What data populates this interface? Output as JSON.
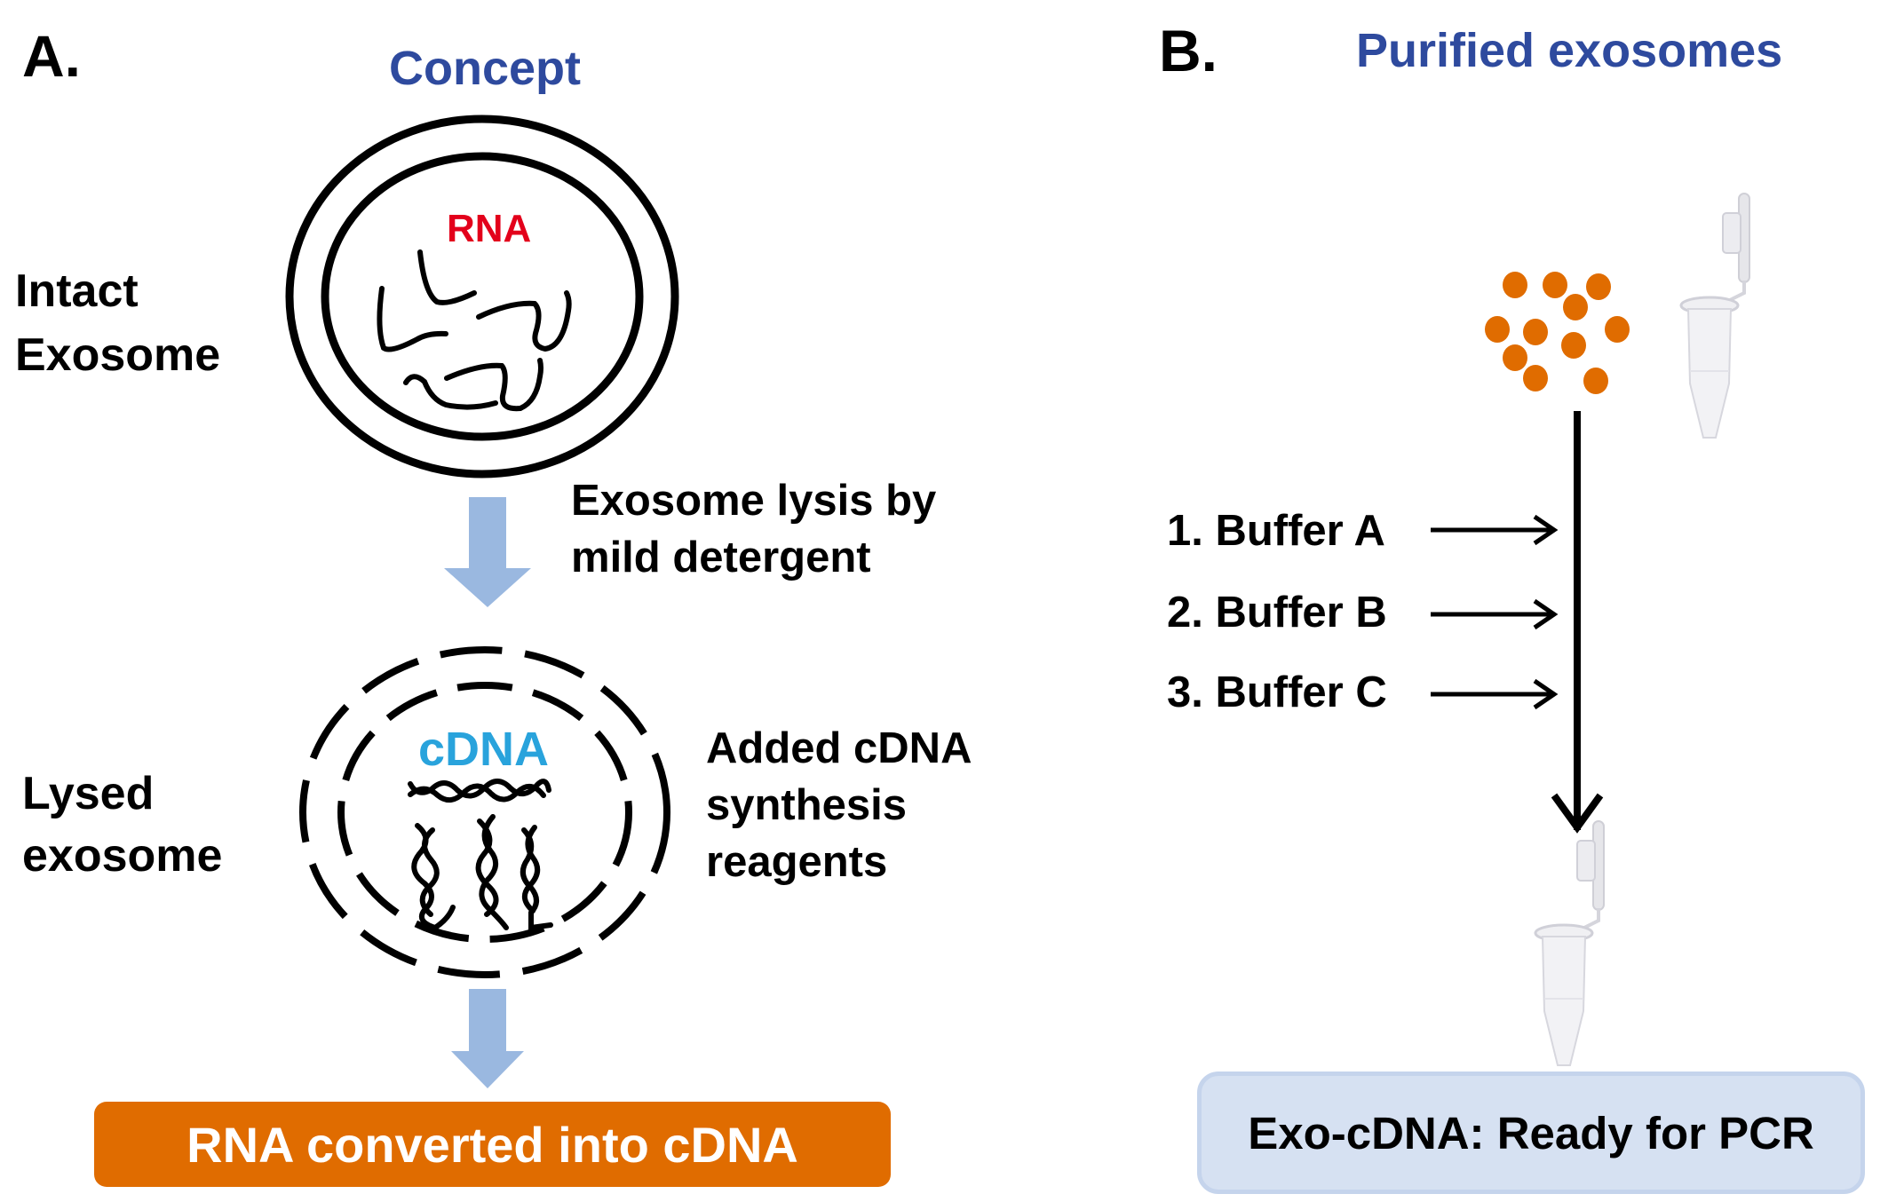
{
  "panel_a": {
    "letter": "A.",
    "title": "Concept",
    "intact_label": [
      "Intact",
      "Exosome"
    ],
    "rna_label": "RNA",
    "step1_text": [
      "Exosome lysis by",
      "mild detergent"
    ],
    "lysed_label": [
      "Lysed",
      "exosome"
    ],
    "cdna_label": "cDNA",
    "step2_text": [
      "Added cDNA",
      "synthesis",
      "reagents"
    ],
    "result": "RNA converted into cDNA"
  },
  "panel_b": {
    "letter": "B.",
    "title": "Purified exosomes",
    "buffers": [
      "1. Buffer A",
      "2. Buffer B",
      "3. Buffer C"
    ],
    "result": "Exo-cDNA: Ready for PCR"
  },
  "colors": {
    "title_blue": "#2e4a9e",
    "rna_red": "#e3001b",
    "cdna_blue": "#29a3dc",
    "arrow_blue": "#9ab8e0",
    "orange": "#e06c00",
    "result_box_blue": "#d6e1f2"
  }
}
